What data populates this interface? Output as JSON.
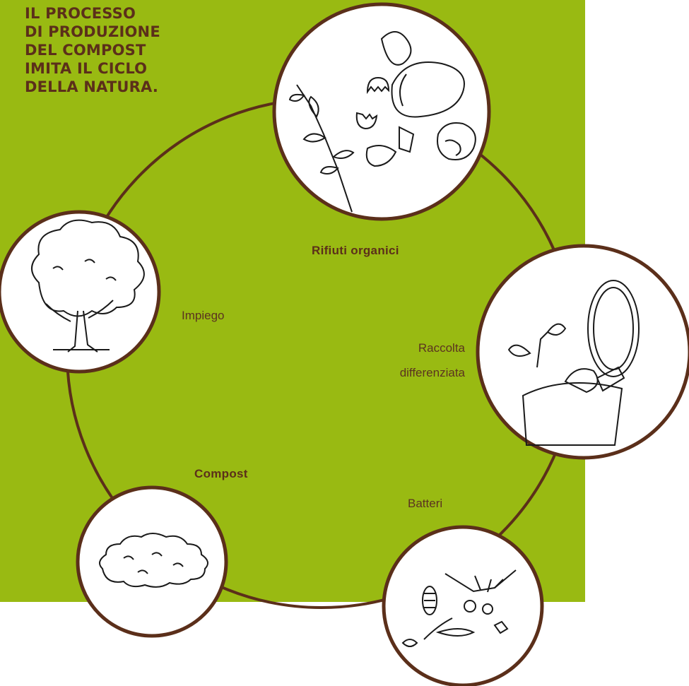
{
  "colors": {
    "green": "#99ba12",
    "brown": "#5b2f1a",
    "white": "#ffffff",
    "ink": "#1a1a1a"
  },
  "heading": {
    "lines": [
      "IL PROCESSO",
      "DI PRODUZIONE",
      "DEL COMPOST",
      "IMITA IL CICLO",
      "DELLA NATURA."
    ]
  },
  "labels": {
    "rifiuti": "Rifiuti organici",
    "raccolta_1": "Raccolta",
    "raccolta_2": "differenziata",
    "batteri": "Batteri",
    "compost": "Compost",
    "impiego": "Impiego"
  },
  "nodes": [
    {
      "name": "organic-waste-illustration",
      "icon": "kitchen-scraps-icon"
    },
    {
      "name": "separate-collection-illustration",
      "icon": "compost-bin-icon"
    },
    {
      "name": "bacteria-illustration",
      "icon": "microorganisms-icon"
    },
    {
      "name": "compost-illustration",
      "icon": "compost-pile-icon"
    },
    {
      "name": "use-illustration",
      "icon": "tree-icon"
    }
  ]
}
